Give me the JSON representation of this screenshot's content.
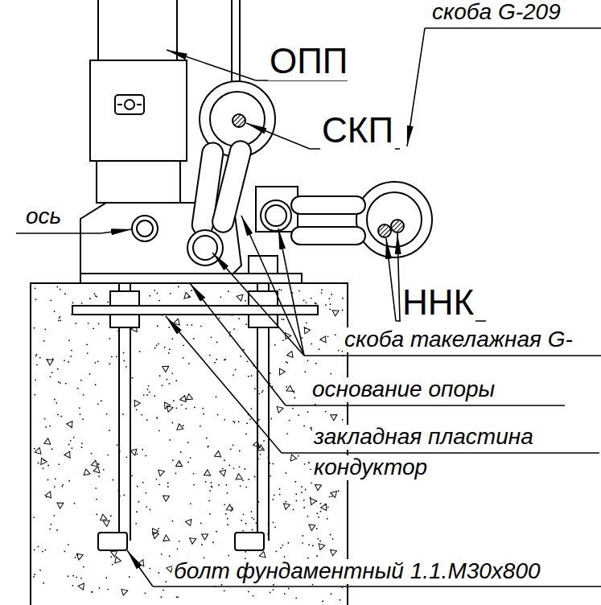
{
  "diagram": {
    "labels": [
      "ОПП",
      "скоба G-209",
      "СКП",
      "ось",
      "ННК",
      "скоба такелажная G-",
      "основание опоры",
      "закладная пластина",
      "кондуктор",
      "болт фундаментный 1.1.М30х800"
    ]
  }
}
